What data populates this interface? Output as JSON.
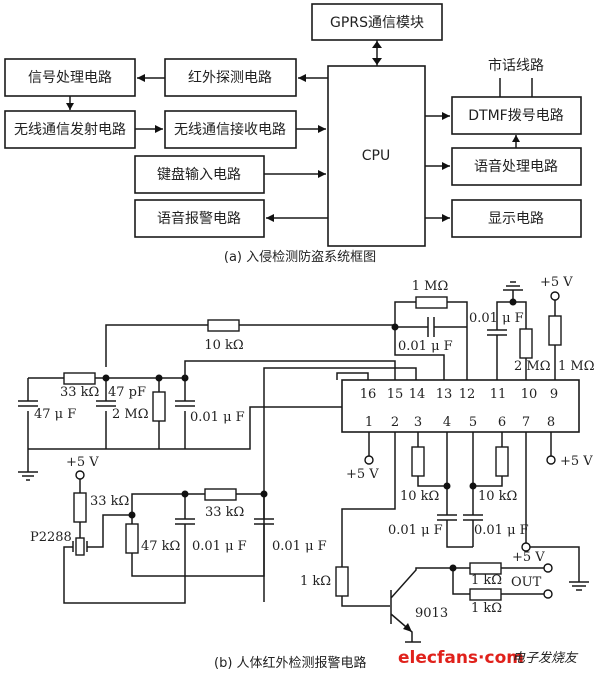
{
  "block_diagram": {
    "caption": "(a) 入侵检测防盗系统框图",
    "cpu": "CPU",
    "gprs": "GPRS通信模块",
    "phone_line": "市话线路",
    "left_blocks": {
      "signal_processing": "信号处理电路",
      "infrared_detect": "红外探测电路",
      "wireless_tx": "无线通信发射电路",
      "wireless_rx": "无线通信接收电路",
      "keyboard": "键盘输入电路",
      "voice_alarm": "语音报警电路"
    },
    "right_blocks": {
      "dtmf": "DTMF拨号电路",
      "voice_processing": "语音处理电路",
      "display": "显示电路"
    }
  },
  "circuit": {
    "caption": "(b) 人体红外检测报警电路",
    "sensor": "P2288",
    "transistor": "9013",
    "output": "OUT",
    "supply": "+5 V",
    "components": {
      "r_10k_top": "10 kΩ",
      "r_33k_left": "33 kΩ",
      "c_47pf": "47 pF",
      "c_47uf": "47 μ F",
      "r_2m_left": "2 MΩ",
      "c_001_left": "0.01 μ F",
      "r_1m_fb": "1 MΩ",
      "c_001_fb": "0.01 μ F",
      "c_001_pin11": "0.01 μ F",
      "r_2m_pin10": "2 MΩ",
      "r_1m_pin9": "1 MΩ",
      "r_33k_sensor": "33 kΩ",
      "r_47k": "47 kΩ",
      "r_33k_mid": "33 kΩ",
      "c_001_a": "0.01 μ F",
      "c_001_b": "0.01 μ F",
      "r_10k_pin3": "10 kΩ",
      "r_10k_pin6": "10 kΩ",
      "c_001_pin4": "0.01 μ F",
      "c_001_pin5": "0.01 μ F",
      "r_1k_base": "1 kΩ",
      "r_1k_out1": "1 kΩ",
      "r_1k_out2": "1 kΩ"
    },
    "ic_pins_top": [
      "16",
      "15",
      "14",
      "13",
      "12",
      "11",
      "10",
      "9"
    ],
    "ic_pins_bottom": [
      "1",
      "2",
      "3",
      "4",
      "5",
      "6",
      "7",
      "8"
    ]
  },
  "watermark": {
    "brand": "elecfans·com",
    "tagline": "电子发烧友"
  }
}
